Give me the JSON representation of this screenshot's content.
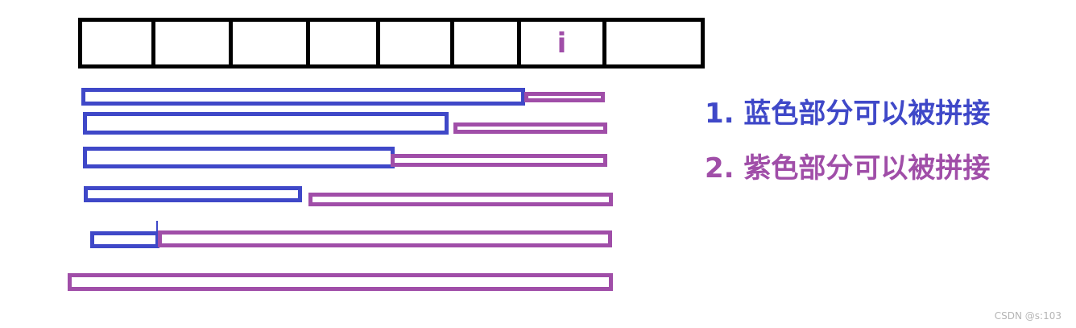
{
  "colors": {
    "blue": "#3f48c8",
    "purple": "#a04ea8",
    "cell_border": "#000000",
    "watermark": "#b5b5b5"
  },
  "array": {
    "cell_count": 8,
    "marked_cell_label": "i"
  },
  "legend": {
    "item1": "1. 蓝色部分可以被拼接",
    "item2": "2. 紫色部分可以被拼接"
  },
  "watermark": "CSDN @s:103"
}
